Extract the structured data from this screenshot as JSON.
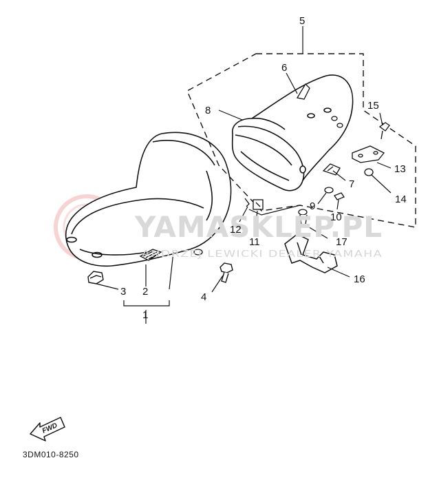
{
  "diagram": {
    "callouts": [
      "1",
      "2",
      "3",
      "4",
      "5",
      "6",
      "7",
      "8",
      "9",
      "10",
      "11",
      "12",
      "13",
      "14",
      "15",
      "16",
      "17"
    ],
    "watermark": {
      "main": "YAMASKLEP.PL",
      "sub": "ANDRZEJ LEWICKI DEALER YAMAHA"
    },
    "arrow_label": "FWD",
    "drawing_code": "3DM010-8250"
  }
}
